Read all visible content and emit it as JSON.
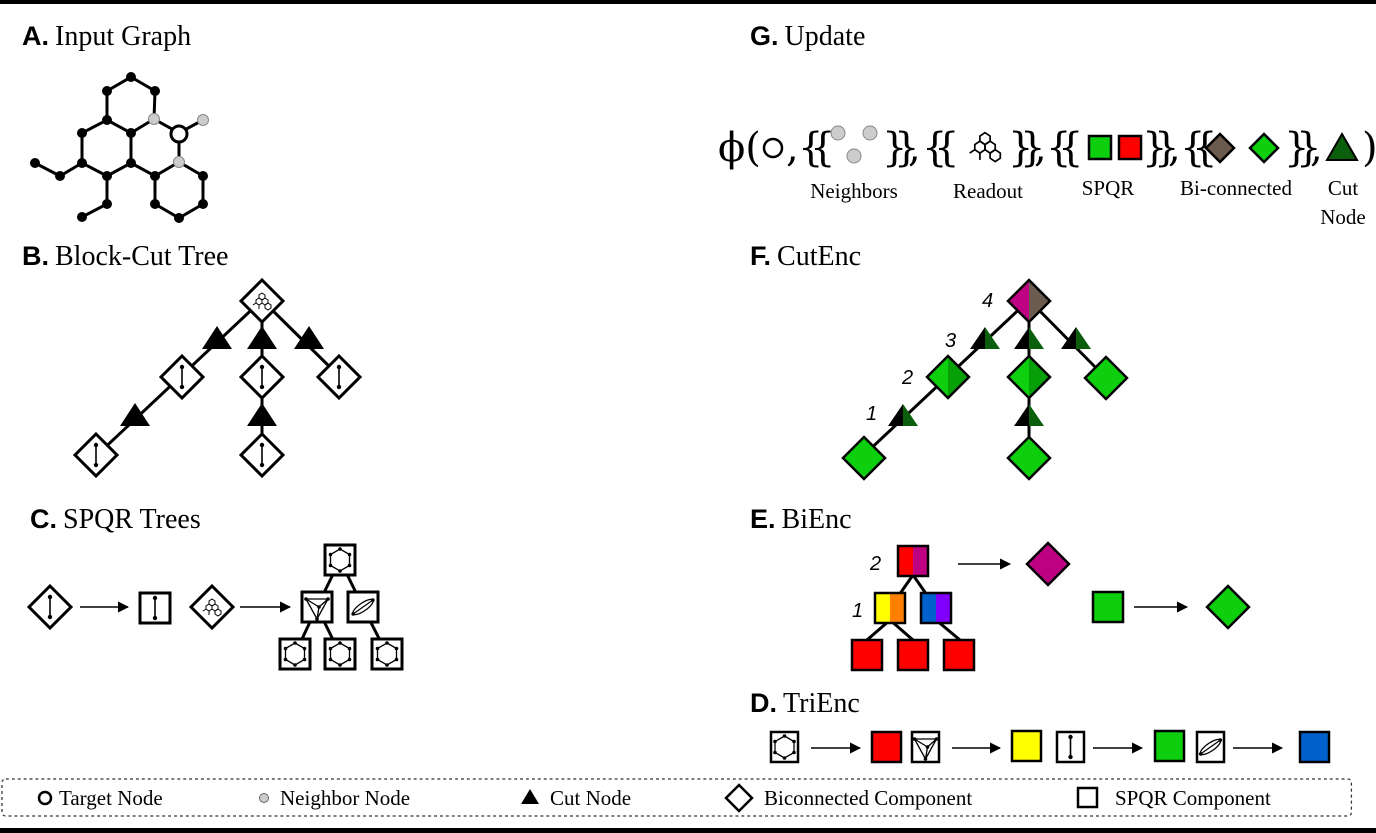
{
  "sections": {
    "A": {
      "letter": "A.",
      "title": "Input Graph"
    },
    "B": {
      "letter": "B.",
      "title": "Block-Cut Tree"
    },
    "C": {
      "letter": "C.",
      "title": "SPQR Trees"
    },
    "D": {
      "letter": "D.",
      "title": "TriEnc"
    },
    "E": {
      "letter": "E.",
      "title": "BiEnc"
    },
    "F": {
      "letter": "F.",
      "title": "CutEnc"
    },
    "G": {
      "letter": "G.",
      "title": "Update"
    }
  },
  "update_formula": {
    "phi": "ϕ(",
    "close": ")",
    "captions": {
      "neighbors": "Neighbors",
      "readout": "Readout",
      "spqr": "SPQR",
      "biconnected": "Bi-connected",
      "cut_line1": "Cut",
      "cut_line2": "Node"
    }
  },
  "cutenc_indices": [
    "1",
    "2",
    "3",
    "4"
  ],
  "bienc_indices": [
    "1",
    "2"
  ],
  "colors": {
    "red": "#FF0000",
    "yellow": "#FFFF00",
    "orange": "#FF8000",
    "blue": "#0060CC",
    "violet": "#8000FF",
    "magenta": "#BE0083",
    "brown": "#6B5A4E",
    "green": "#0ECF0E",
    "green_dark_half": "#079F07",
    "cut_dark_green": "#0B5E0B",
    "neighbor_gray": "#CCCCCC"
  },
  "legend": {
    "target_node": "Target Node",
    "neighbor_node": "Neighbor Node",
    "cut_node": "Cut Node",
    "biconnected_component": "Biconnected Component",
    "spqr_component": "SPQR Component"
  }
}
